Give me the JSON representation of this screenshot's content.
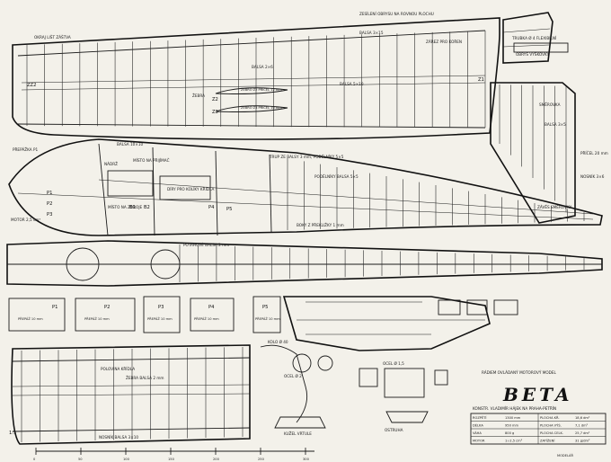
{
  "wing": {
    "label_tip": "OKRAJ LIŠT ZÁŠTVA",
    "label_leading_edge": "ZESÍLENÍ OBRYSU NA ROVNOU PLOCHU",
    "label_notch": "ZÁŘEZ PRO KOŘEN",
    "label_ribs": "ŽEBRA",
    "label_balsa_1": "BALSA 3×15",
    "label_balsa_2": "BALSA 5×10",
    "label_balsa_3": "BALSA 10×10",
    "label_balsa_4": "BALSA 2×6",
    "label_z1": "Z1",
    "label_z2": "Z2",
    "label_z3": "Z3",
    "label_zz2": "ZZ2",
    "label_rib_detail_1": "ŽEBRO Z2 PŘÍČEL 12 mm",
    "label_rib_detail_2": "ŽEBRO Z3 PŘÍČEL 10 mm"
  },
  "tail": {
    "label_stabilizer": "OBRYS VÝŠKOVKY",
    "label_hinge": "TRUBKA Ø 4 FLEXIBILNÍ",
    "label_rudder": "SMĚROVKA",
    "label_balsa": "BALSA 3×5",
    "label_detail": "PŘÍČEL 20 mm",
    "label_spar": "NOSNÍK 3×6"
  },
  "fuselage": {
    "label_engine": "MOTOR 2,5 cm³",
    "label_firewall": "PŘEPÁŽKA P1",
    "label_tank": "NÁDRŽ",
    "label_servo": "MÍSTO NA PŘIJÍMAČ",
    "label_battery": "MÍSTO NA ZDROJE",
    "label_wing_mount": "DÍRY PRO KOLÍKY KŘÍDLA",
    "label_p1": "P1",
    "label_p2": "P2",
    "label_p3": "P3",
    "label_p4": "P4",
    "label_p5": "P5",
    "label_b1": "B1",
    "label_b2": "B2",
    "label_sides": "BOKY Z PŘEKLIŽKY 1 mm",
    "label_longeron": "PODÉLNÍKY BALSA 5×5",
    "label_tail_post": "ZÁVĚS SMĚROVKY",
    "label_bottom": "POTAHOVÉ BALSA 2 mm",
    "label_note": "TRUP ZE BALSY 3 mm, PODÉLNÍKY 5×5"
  },
  "formers": {
    "items": [
      "P1",
      "P2",
      "P3",
      "P4",
      "P5"
    ],
    "sub": [
      "PŘEPÁŽ 10 mm",
      "PŘEPÁŽ 10 mm",
      "PŘEPÁŽ 10 mm",
      "PŘEPÁŽ 10 mm",
      "PŘEPÁŽ 10 mm"
    ]
  },
  "bottom_parts": {
    "label_wheel": "KOLO Ø 40",
    "label_gear": "OCEL Ø 2",
    "label_spinner": "KUŽEL VRTULE",
    "label_skid": "OCEL Ø 1,5",
    "label_tailwheel": "OSTRUHA",
    "label_wing_half": "POLOVINA KŘÍDLA",
    "label_rib_row": "ŽEBRA BALSA 2 mm",
    "label_spar_row": "NOSNÍK BALSA 3×10"
  },
  "title_block": {
    "subtitle": "RÁDIEM OVLÁDANÝ MOTOROVÝ MODEL",
    "title": "BETA",
    "designer": "KONSTR. VLADIMÍR HÁJEK NA PRAHA-PETŘÍN",
    "rows": [
      [
        "ROZPĚTÍ",
        "1300 mm",
        "PLOCHA KŘ.",
        "18,6 dm²"
      ],
      [
        "DÉLKA",
        "950 mm",
        "PLOCHA VÝŠ.",
        "7,1 dm²"
      ],
      [
        "VÁHA",
        "800 g",
        "PLOCHA CELK.",
        "25,7 dm²"
      ],
      [
        "MOTOR",
        "1÷2,5 cm³",
        "ZATÍŽENÍ",
        "31 g/dm²"
      ]
    ]
  },
  "scale": {
    "label": "1:1",
    "ticks": [
      "0",
      "50",
      "100",
      "150",
      "200",
      "250",
      "300"
    ]
  },
  "stamp": "MODELÁŘ"
}
